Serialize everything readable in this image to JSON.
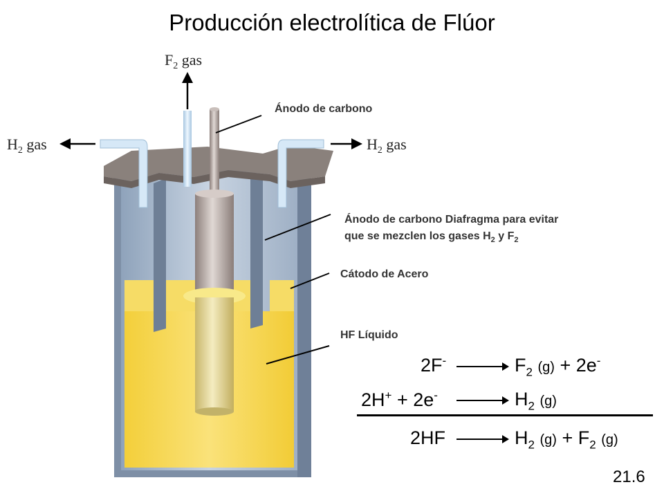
{
  "title": "Producción electrolítica de Flúor",
  "gas_labels": {
    "top": {
      "main": "F",
      "sub": "2",
      "rest": " gas"
    },
    "left": {
      "main": "H",
      "sub": "2",
      "rest": " gas"
    },
    "right": {
      "main": "H",
      "sub": "2",
      "rest": " gas"
    }
  },
  "callouts": {
    "anode_top": "Ánodo de carbono",
    "diaphragm_line1": "Ánodo de carbono Diafragma para evitar",
    "diaphragm_line2": "que se mezclen  los gases H",
    "diaphragm_sub1": "2",
    "diaphragm_mid": "  y F",
    "diaphragm_sub2": "2",
    "cathode": "Cátodo de Acero",
    "hf_liquid": "HF Líquido"
  },
  "equations": {
    "eq1_left": "2F",
    "eq1_left_sup": "-",
    "eq1_right_a": "F",
    "eq1_right_sub": "2",
    "eq1_right_g": "(g)",
    "eq1_right_b": " + 2e",
    "eq1_right_sup": "-",
    "eq2_left_a": "2H",
    "eq2_left_sup1": "+",
    "eq2_left_b": " + 2e",
    "eq2_left_sup2": "-",
    "eq2_right_a": "H",
    "eq2_right_sub": "2",
    "eq2_right_g": "(g)",
    "eq3_left": "2HF",
    "eq3_right_a": "H",
    "eq3_right_sub1": "2",
    "eq3_right_g1": "(g)",
    "eq3_right_b": " + F",
    "eq3_right_sub2": "2",
    "eq3_right_g2": "(g)"
  },
  "slide_number": "21.6",
  "colors": {
    "liquid": "#f7d64a",
    "tank_wall": "#a9b9cc",
    "lid": "#8a817c",
    "anode": "#a89c98",
    "tube": "#cfe4f5"
  }
}
